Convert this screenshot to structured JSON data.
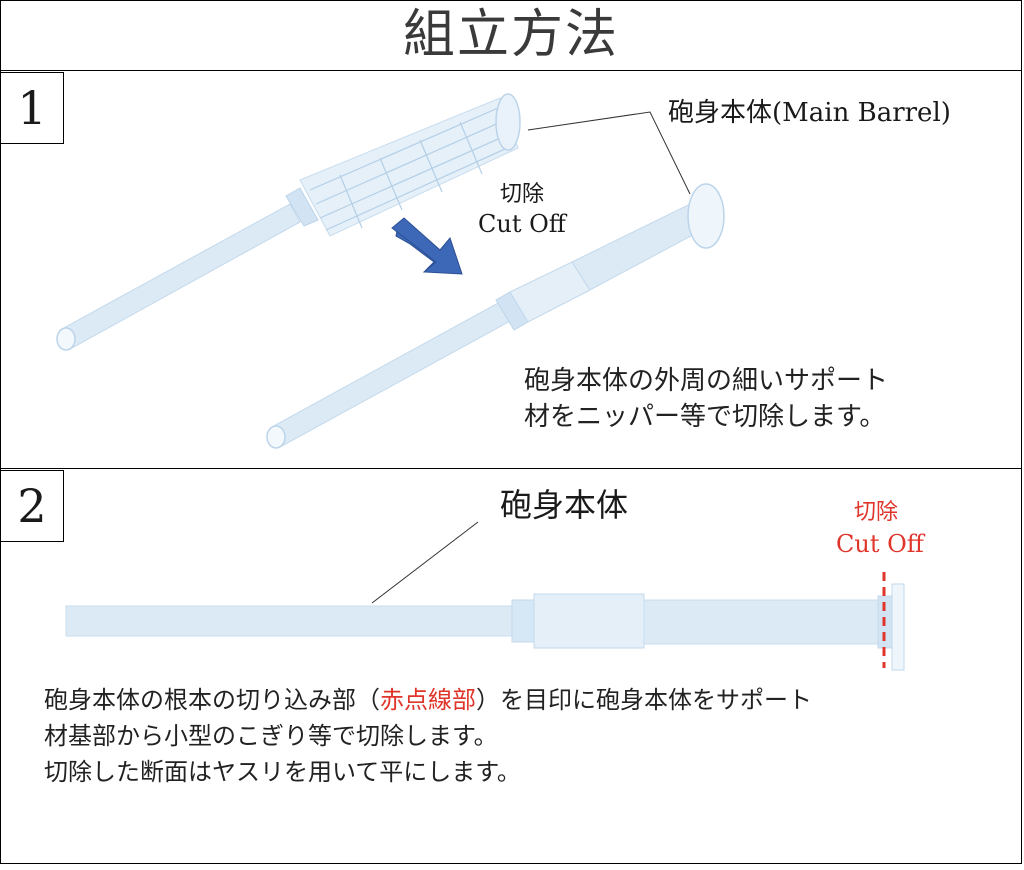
{
  "title": "組立方法",
  "step1": {
    "number": "1",
    "part_label": "砲身本体(Main Barrel)",
    "cut_jp": "切除",
    "cut_en": "Cut Off",
    "description_line1": "砲身本体の外周の細いサポート",
    "description_line2": "材をニッパー等で切除します。"
  },
  "step2": {
    "number": "2",
    "part_label": "砲身本体",
    "cut_jp": "切除",
    "cut_en": "Cut Off",
    "description_line1_pre": "砲身本体の根本の切り込み部（",
    "description_line1_red": "赤点線部",
    "description_line1_post": "）を目印に砲身本体をサポート",
    "description_line2": "材基部から小型のこぎり等で切除します。",
    "description_line3": "切除した断面はヤスリを用いて平にします。"
  },
  "colors": {
    "part_fill": "#dbeaf6",
    "part_edge": "#b9d3ea",
    "arrow": "#3d68b8",
    "cut_line": "#e0352b"
  }
}
